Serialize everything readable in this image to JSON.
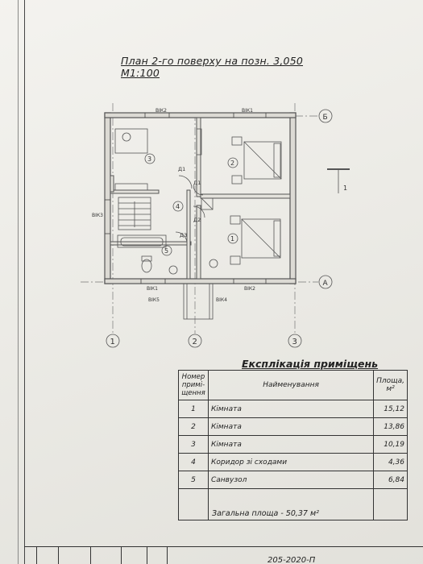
{
  "document": {
    "title": "План 2-го поверху на позн. 3,050 М1:100",
    "table_title": "Експлікація приміщень",
    "total_area": "Загальна площа - 50,37 м²",
    "code": "205-2020-П"
  },
  "plan": {
    "axes": {
      "h1": "1",
      "h2": "2",
      "h3": "3",
      "vA": "А",
      "vB": "Б"
    },
    "windows": {
      "top_left": "ВІК2",
      "top_right": "ВІК1",
      "left": "ВІК3",
      "bottom_left": "ВІК1",
      "bottom_right": "ВІК2",
      "bottom_v5": "ВІК5",
      "bottom_v4": "ВІК4"
    },
    "doors": {
      "d1_top": "Д1",
      "d1_mid": "Д1",
      "d2": "Д2",
      "d3": "Д3"
    },
    "rooms": {
      "r1": "1",
      "r2": "2",
      "r3": "3",
      "r4": "4",
      "r5": "5"
    },
    "section_mark": "1"
  },
  "table": {
    "headers": {
      "num": "Номер примі- щення",
      "name": "Найменування",
      "area": "Площа, м²"
    },
    "rows": [
      {
        "num": "1",
        "name": "Кімната",
        "area": "15,12"
      },
      {
        "num": "2",
        "name": "Кімната",
        "area": "13,86"
      },
      {
        "num": "3",
        "name": "Кімната",
        "area": "10,19"
      },
      {
        "num": "4",
        "name": "Коридор зі сходами",
        "area": "4,36"
      },
      {
        "num": "5",
        "name": "Санвузол",
        "area": "6,84"
      }
    ]
  }
}
